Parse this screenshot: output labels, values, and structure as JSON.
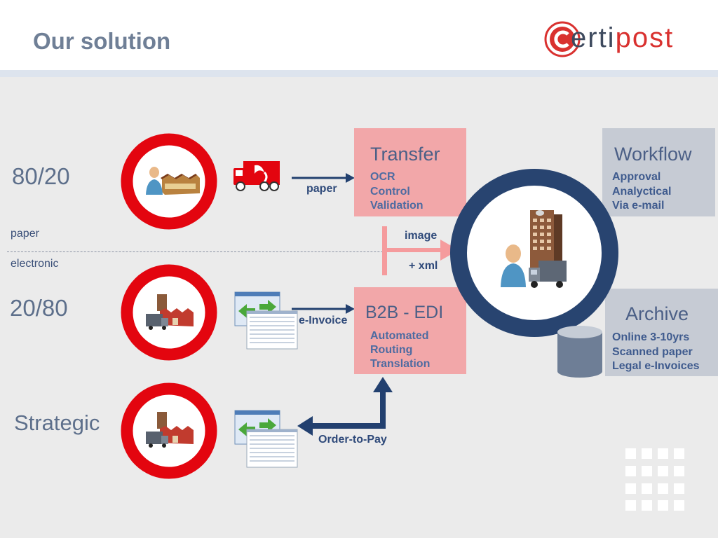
{
  "header": {
    "title": "Our solution",
    "logo": {
      "part1": "ertipost",
      "part1_dark": "erti",
      "part1_red": "post",
      "brand_red": "#d9312f",
      "brand_dark": "#3e4a5e"
    }
  },
  "rows": [
    {
      "label": "80/20"
    },
    {
      "label": "20/80"
    },
    {
      "label": "Strategic"
    }
  ],
  "divider": {
    "above": "paper",
    "below": "electronic"
  },
  "arrows": {
    "paper": "paper",
    "einvoice": "e-Invoice",
    "image": "image",
    "xml": "+ xml",
    "order_to_pay": "Order-to-Pay"
  },
  "boxes": {
    "transfer": {
      "title": "Transfer",
      "lines": [
        "OCR",
        "Control",
        "Validation"
      ]
    },
    "b2b": {
      "title": "B2B - EDI",
      "lines": [
        "Automated",
        "Routing",
        "Translation"
      ]
    },
    "workflow": {
      "title": "Workflow",
      "lines": [
        "Approval",
        "Analyctical",
        "Via e-mail"
      ]
    },
    "archive": {
      "title": "Archive",
      "lines": [
        "Online 3-10yrs",
        "Scanned paper",
        "Legal e-Invoices"
      ]
    }
  },
  "colors": {
    "no_entry_red": "#e3050f",
    "pink_box": "#f2a7a9",
    "grey_box": "#c6cbd4",
    "navy": "#22406f",
    "ring_navy": "#284470",
    "text_blue": "#5d6f8b"
  },
  "icons": {
    "factory": "factory-icon",
    "person": "person-icon",
    "truck": "truck-icon",
    "database": "database-icon",
    "building": "office-building-icon",
    "window": "application-window-icon"
  }
}
